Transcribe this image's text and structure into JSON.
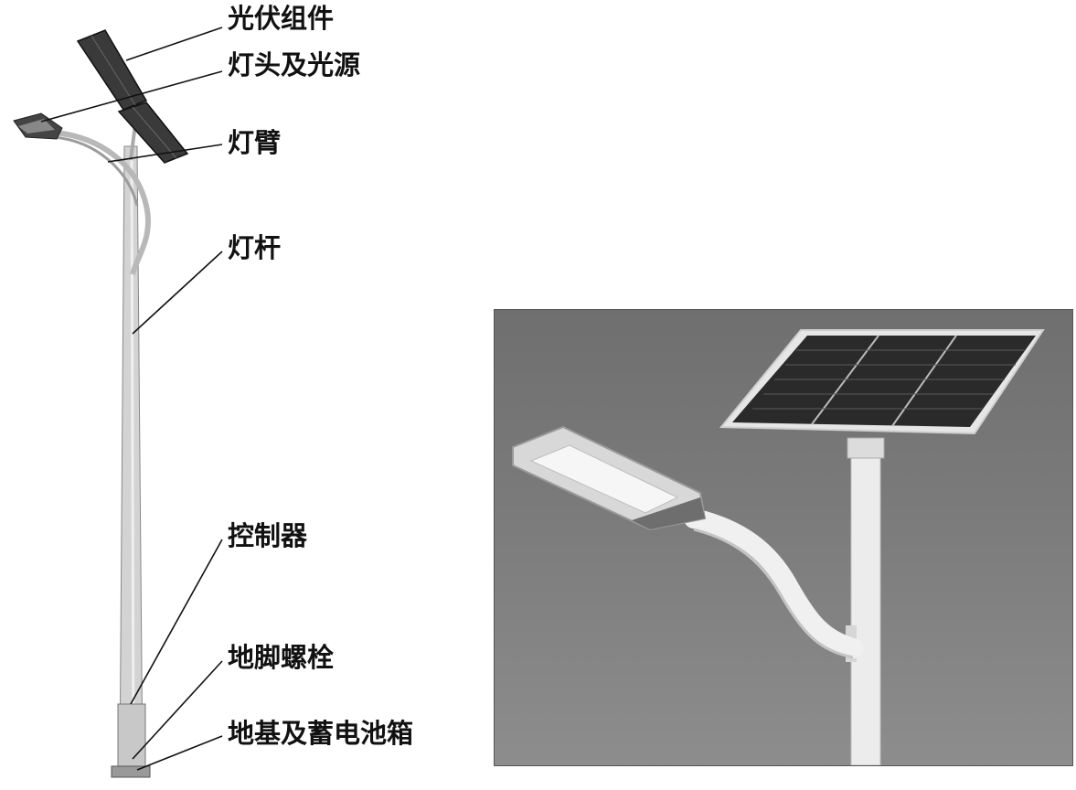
{
  "labels": {
    "pv_module": "光伏组件",
    "lamp_head": "灯头及光源",
    "lamp_arm": "灯臂",
    "lamp_pole": "灯杆",
    "controller": "控制器",
    "anchor_bolts": "地脚螺栓",
    "foundation_battery_box": "地基及蓄电池箱"
  },
  "colors": {
    "line": "#111111",
    "pole": "#d4d4d4",
    "panel": "#3c3c3c",
    "photo_bg": "#7a7a7a",
    "photo_pole": "#eeeeee"
  }
}
